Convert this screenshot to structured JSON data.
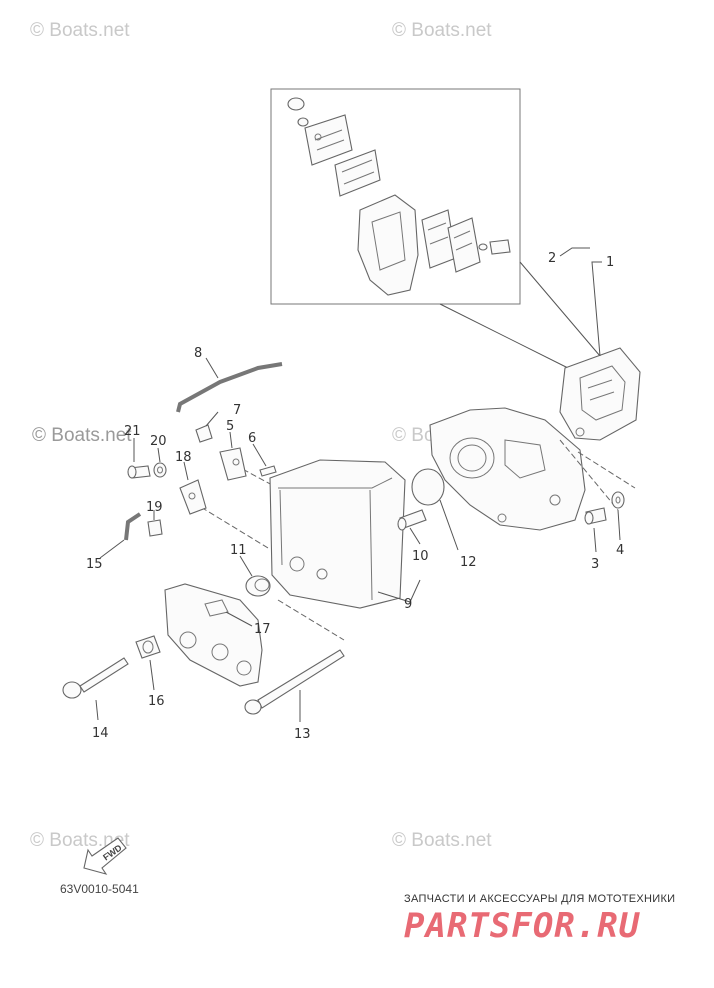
{
  "watermarks": [
    "© Boats.net",
    "© Boats.net",
    "© Boats.net",
    "© Boats.net",
    "© Boats.net",
    "© Boats.net"
  ],
  "callouts": [
    "1",
    "2",
    "3",
    "4",
    "5",
    "6",
    "7",
    "8",
    "9",
    "10",
    "11",
    "12",
    "13",
    "14",
    "15",
    "16",
    "17",
    "18",
    "19",
    "20",
    "21"
  ],
  "fwd_label": "FWD",
  "drawing_code": "63V0010-5041",
  "footer": {
    "tagline": "ЗАПЧАСТИ И АКСЕССУАРЫ ДЛЯ МОТОТЕХНИКИ",
    "logo": "PARTSFOR.RU",
    "logo_color": "#e86a74"
  }
}
